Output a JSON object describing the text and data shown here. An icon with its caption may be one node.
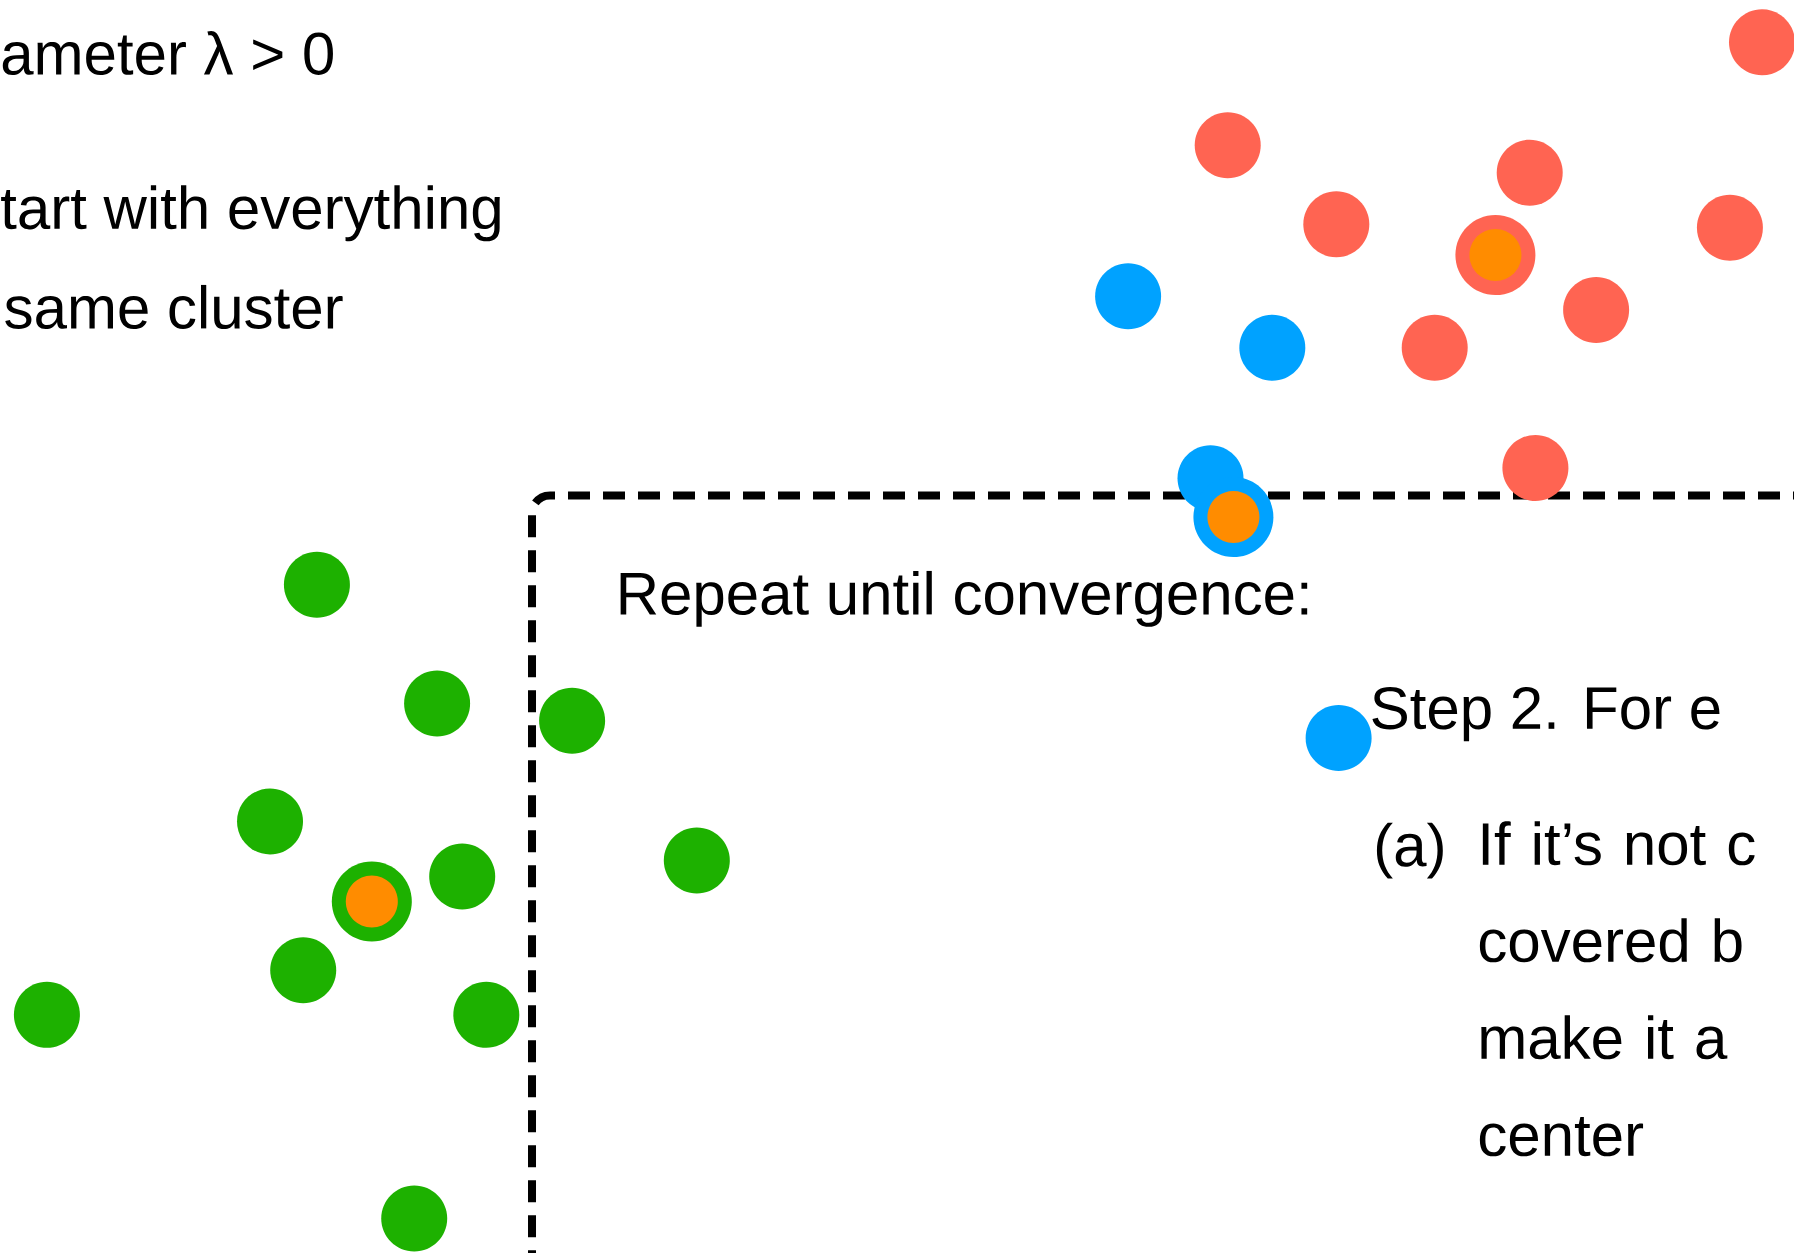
{
  "diagram": {
    "nodes": [
      {
        "text": [
          "Repeat until convergence:"
        ]
      }
    ],
    "labels": [
      "ameter λ > 0",
      "tart with everything",
      "same cluster",
      "Step 2. For e",
      "(a)",
      "If it’s not c covered b make it a center"
    ]
  }
}
